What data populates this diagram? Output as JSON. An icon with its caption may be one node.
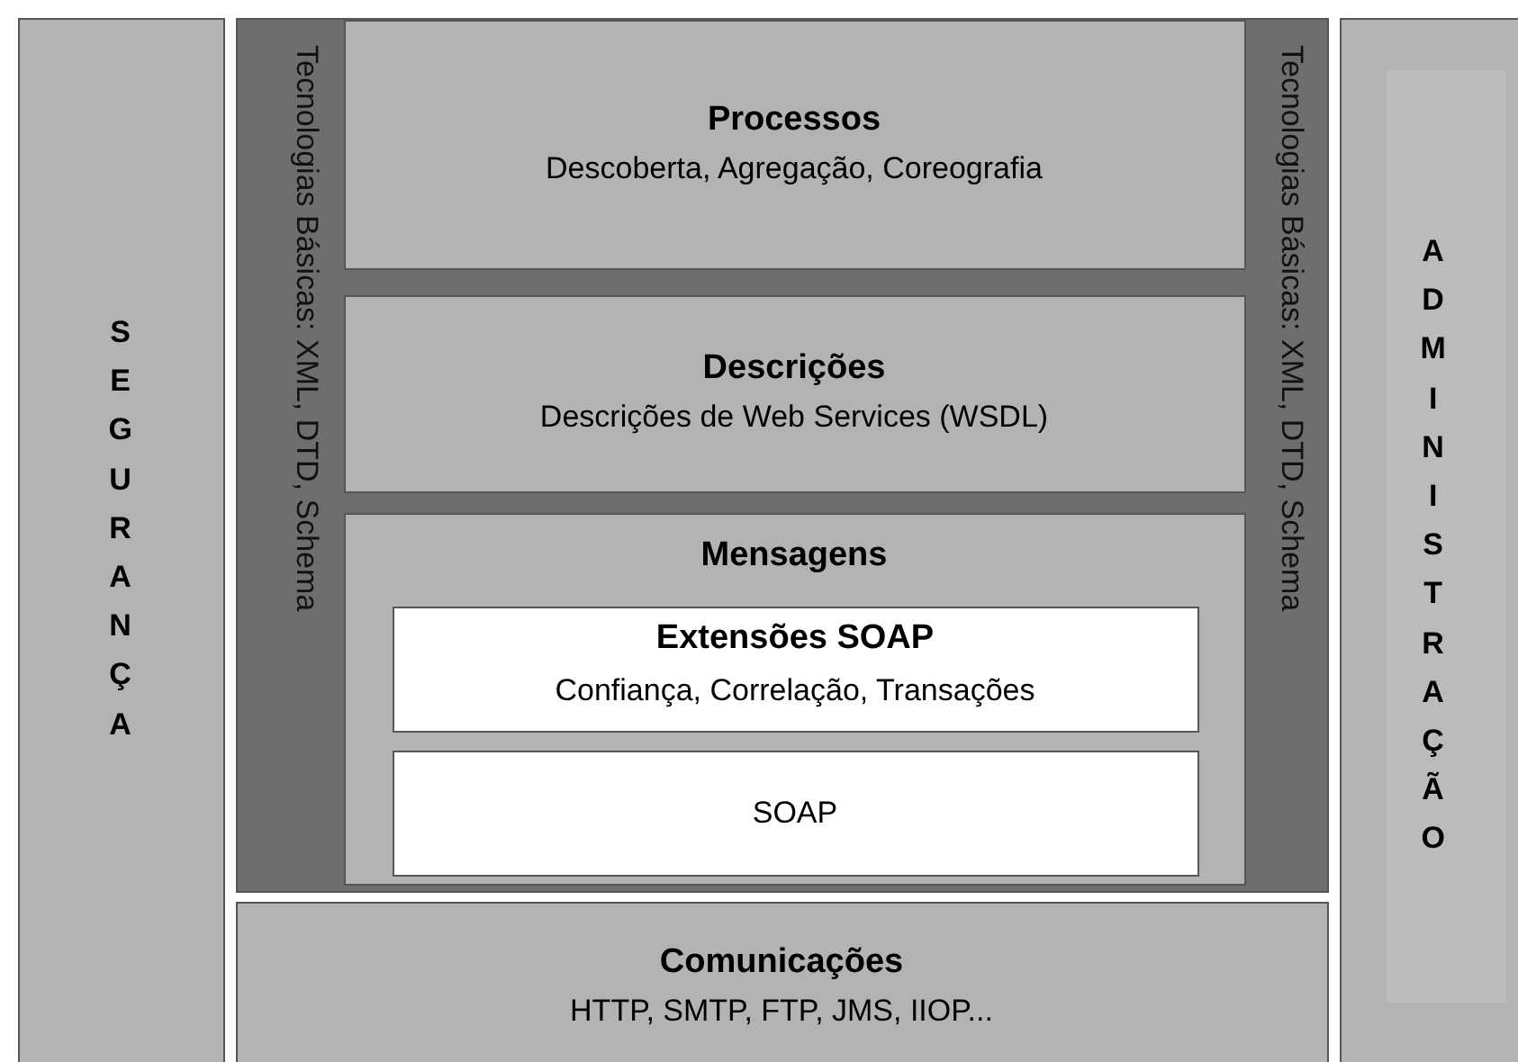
{
  "diagram": {
    "nodes": [
      {
        "text": [
          "SEGURANÇA"
        ]
      },
      {
        "text": [
          "Tecnologias Básicas: XML, DTD, Schema",
          "Tecnologias Básicas: XML, DTD, Schema"
        ]
      },
      {
        "text": [
          "Processos",
          "Descoberta, Agregação, Coreografia"
        ],
        "in": 1
      },
      {
        "text": [
          "Descrições",
          "Descrições de Web Services (WSDL)"
        ],
        "in": 1
      },
      {
        "text": [
          "Mensagens"
        ],
        "in": 1
      },
      {
        "text": [
          "Extensões SOAP",
          "Confiança, Correlação, Transações"
        ],
        "in": 4
      },
      {
        "text": [
          "SOAP"
        ],
        "in": 4
      },
      {
        "text": [
          "Comunicações",
          "HTTP, SMTP, FTP, JMS, IIOP..."
        ]
      },
      {
        "text": [
          "ADMINISTRAÇÃO"
        ]
      }
    ]
  }
}
